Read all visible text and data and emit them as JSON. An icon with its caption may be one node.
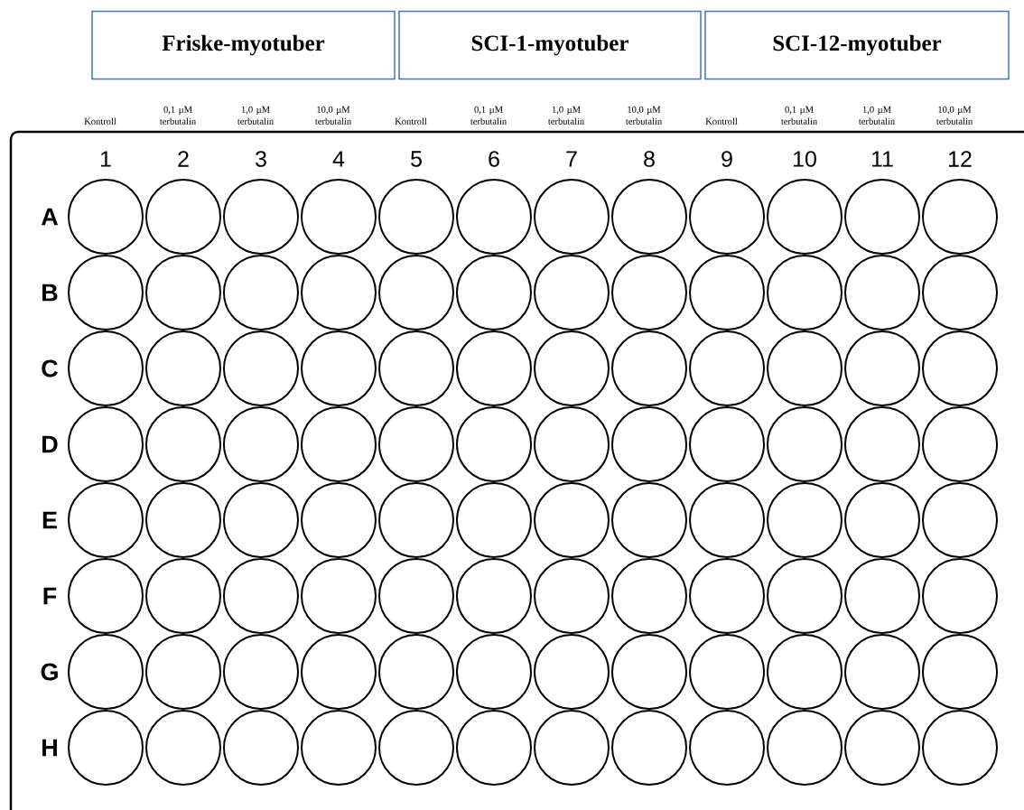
{
  "diagram": {
    "nodes": [
      {
        "text": [
          "Friske-myotuber"
        ]
      },
      {
        "text": [
          "SCI-1-myotuber"
        ]
      },
      {
        "text": [
          "SCI-12-myotuber"
        ]
      }
    ],
    "labels": [
      "Kontroll",
      "0,1 µM terbutalin",
      "1,0 µM terbutalin",
      "10,0 µM terbutalin",
      "Kontroll",
      "0,1 µM terbutalin",
      "1,0 µM terbutalin",
      "10,0 µM terbutalin",
      "Kontroll",
      "0,1 µM terbutalin",
      "1,0 µM terbutalin",
      "10,0 µM terbutalin",
      "1",
      "2",
      "3",
      "4",
      "5",
      "6",
      "7",
      "8",
      "9",
      "10",
      "11",
      "12",
      "A",
      "B",
      "C",
      "D",
      "E",
      "F",
      "G",
      "H"
    ]
  }
}
